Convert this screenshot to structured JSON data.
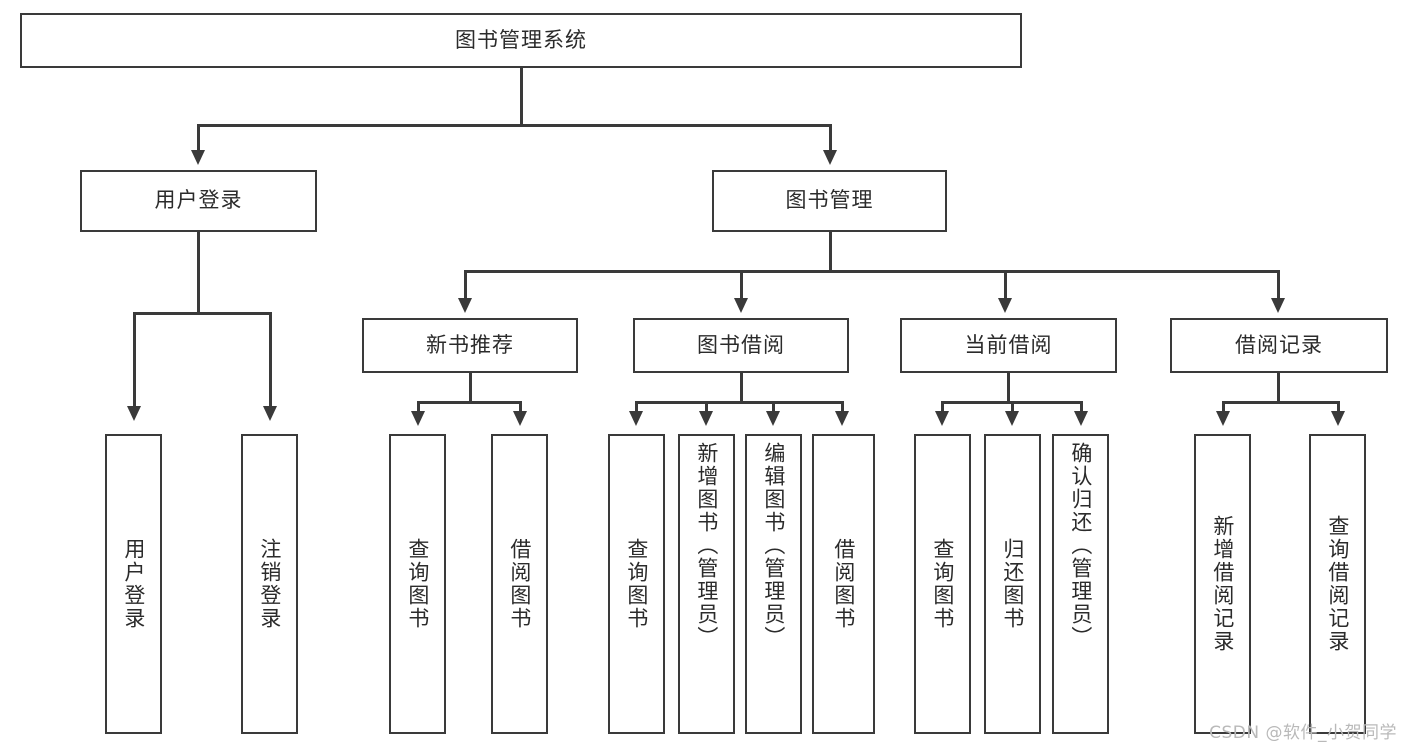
{
  "diagram": {
    "title": "图书管理系统",
    "type": "hierarchy-tree",
    "levels": 4,
    "nodes": {
      "root": "图书管理系统",
      "level2": {
        "user_login": "用户登录",
        "book_manage": "图书管理"
      },
      "level3": {
        "new_book_recommend": "新书推荐",
        "book_borrow": "图书借阅",
        "current_borrow": "当前借阅",
        "borrow_record": "借阅记录"
      },
      "leaves": {
        "user_login_1": "用户登录",
        "user_login_2": "注销登录",
        "recommend_1": "查询图书",
        "recommend_2": "借阅图书",
        "borrow_1": "查询图书",
        "borrow_2": "新增图书（管理员）",
        "borrow_3": "编辑图书（管理员）",
        "borrow_4": "借阅图书",
        "current_1": "查询图书",
        "current_2": "归还图书",
        "current_3": "确认归还（管理员）",
        "record_1": "新增借阅记录",
        "record_2": "查询借阅记录"
      }
    },
    "colors": {
      "border": "#3a3a3a",
      "background": "#ffffff",
      "text": "#2b2b2b",
      "watermark": "#b9b9b9"
    }
  },
  "watermark": {
    "text": "CSDN @软件_小贺同学"
  }
}
